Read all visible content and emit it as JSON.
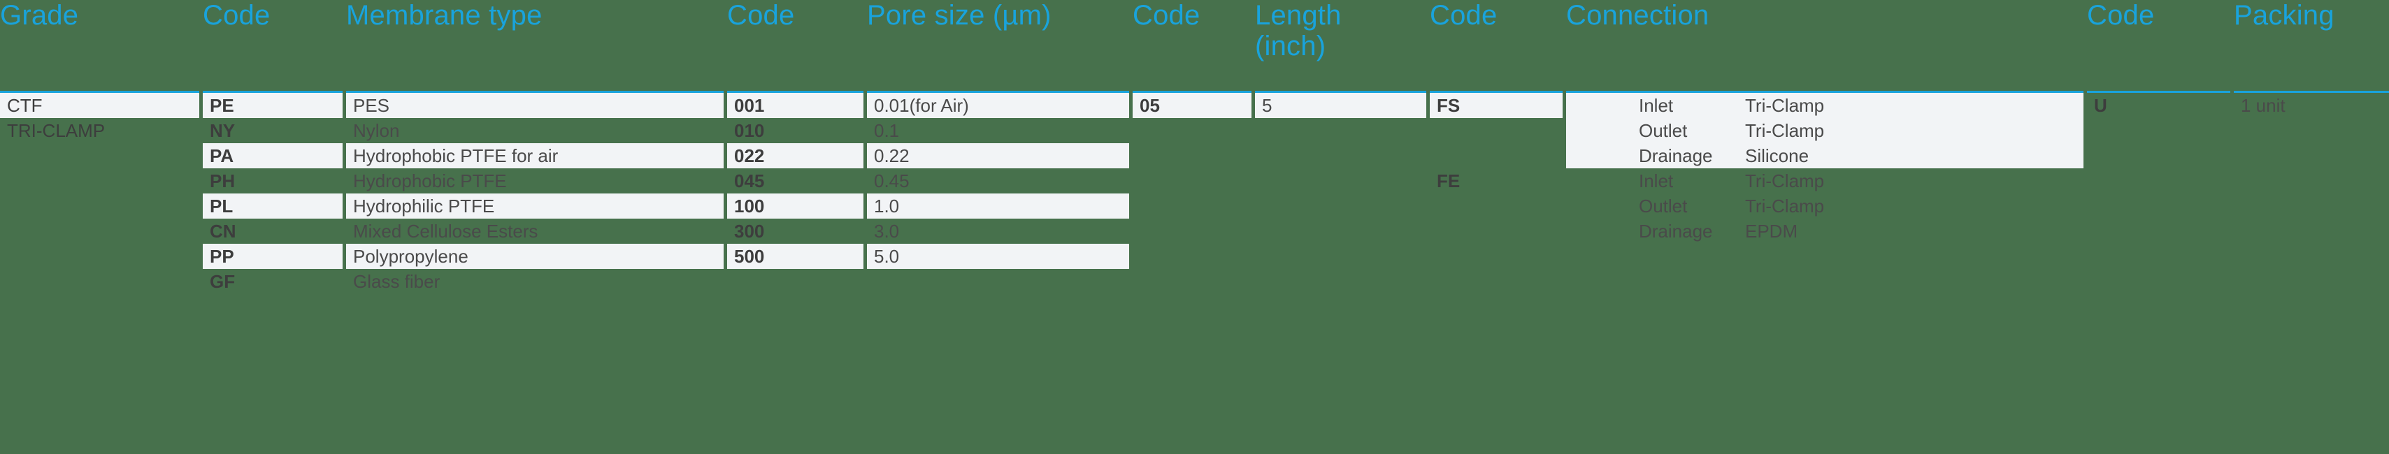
{
  "theme": {
    "background": "#47714c",
    "header_text": "#19a3dc",
    "rule": "#19a3dc",
    "stripe": "#f2f4f6",
    "body_text": "#3d3d3d"
  },
  "columns": {
    "grade": {
      "header": "Grade",
      "values": [
        "CTF",
        "TRI-CLAMP"
      ]
    },
    "membrane_code": {
      "header": "Code",
      "values": [
        "PE",
        "NY",
        "PA",
        "PH",
        "PL",
        "CN",
        "PP",
        "GF"
      ]
    },
    "membrane_type": {
      "header": "Membrane type",
      "values": [
        "PES",
        "Nylon",
        "Hydrophobic PTFE for air",
        "Hydrophobic PTFE",
        "Hydrophilic PTFE",
        "Mixed Cellulose Esters",
        "Polypropylene",
        "Glass fiber"
      ]
    },
    "pore_code": {
      "header": "Code",
      "values": [
        "001",
        "010",
        "022",
        "045",
        "100",
        "300",
        "500"
      ]
    },
    "pore_size": {
      "header": "Pore size (µm)",
      "values": [
        "0.01(for Air)",
        "0.1",
        "0.22",
        "0.45",
        "1.0",
        "3.0",
        "5.0"
      ]
    },
    "length_code": {
      "header": "Code",
      "values": [
        "05"
      ]
    },
    "length": {
      "header": "Length\n(inch)",
      "values": [
        "5"
      ]
    },
    "connection_code": {
      "header": "Code",
      "values": [
        "FS",
        "FE"
      ]
    },
    "connection": {
      "header": "Connection",
      "groups": [
        {
          "code": "FS",
          "rows": [
            {
              "label": "Inlet",
              "value": "Tri-Clamp"
            },
            {
              "label": "Outlet",
              "value": "Tri-Clamp"
            },
            {
              "label": "Drainage",
              "value": "Silicone"
            }
          ]
        },
        {
          "code": "FE",
          "rows": [
            {
              "label": "Inlet",
              "value": "Tri-Clamp"
            },
            {
              "label": "Outlet",
              "value": "Tri-Clamp"
            },
            {
              "label": "Drainage",
              "value": "EPDM"
            }
          ]
        }
      ]
    },
    "packing_code": {
      "header": "Code",
      "values": [
        "U"
      ]
    },
    "packing": {
      "header": "Packing",
      "values": [
        "1 unit"
      ]
    }
  }
}
